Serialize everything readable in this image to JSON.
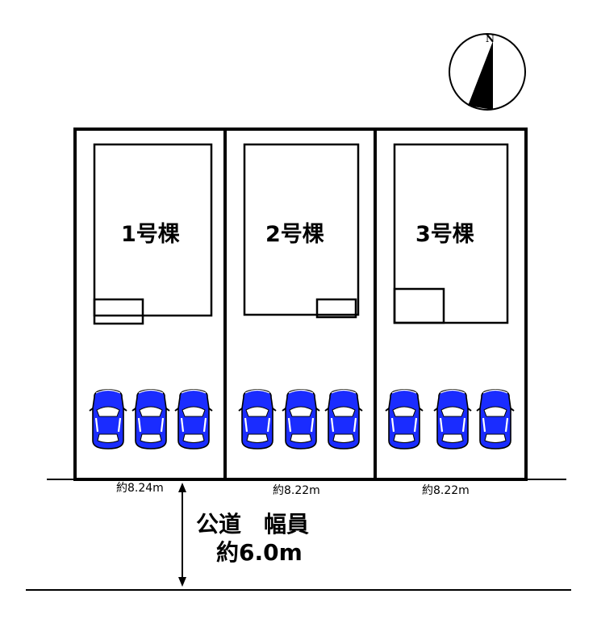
{
  "compass": {
    "north_label": "N",
    "icon": "north-arrow-icon"
  },
  "lots": [
    {
      "building_label": "1号棵",
      "frontage": "約8.24m",
      "cars": 3
    },
    {
      "building_label": "2号棵",
      "frontage": "約8.22m",
      "cars": 3
    },
    {
      "building_label": "3号棵",
      "frontage": "約8.22m",
      "cars": 3
    }
  ],
  "road": {
    "name": "公道　幅員",
    "width": "約6.0m"
  },
  "colors": {
    "car_body": "#1a2cff",
    "car_glass": "#ffffff",
    "outline": "#000000"
  }
}
